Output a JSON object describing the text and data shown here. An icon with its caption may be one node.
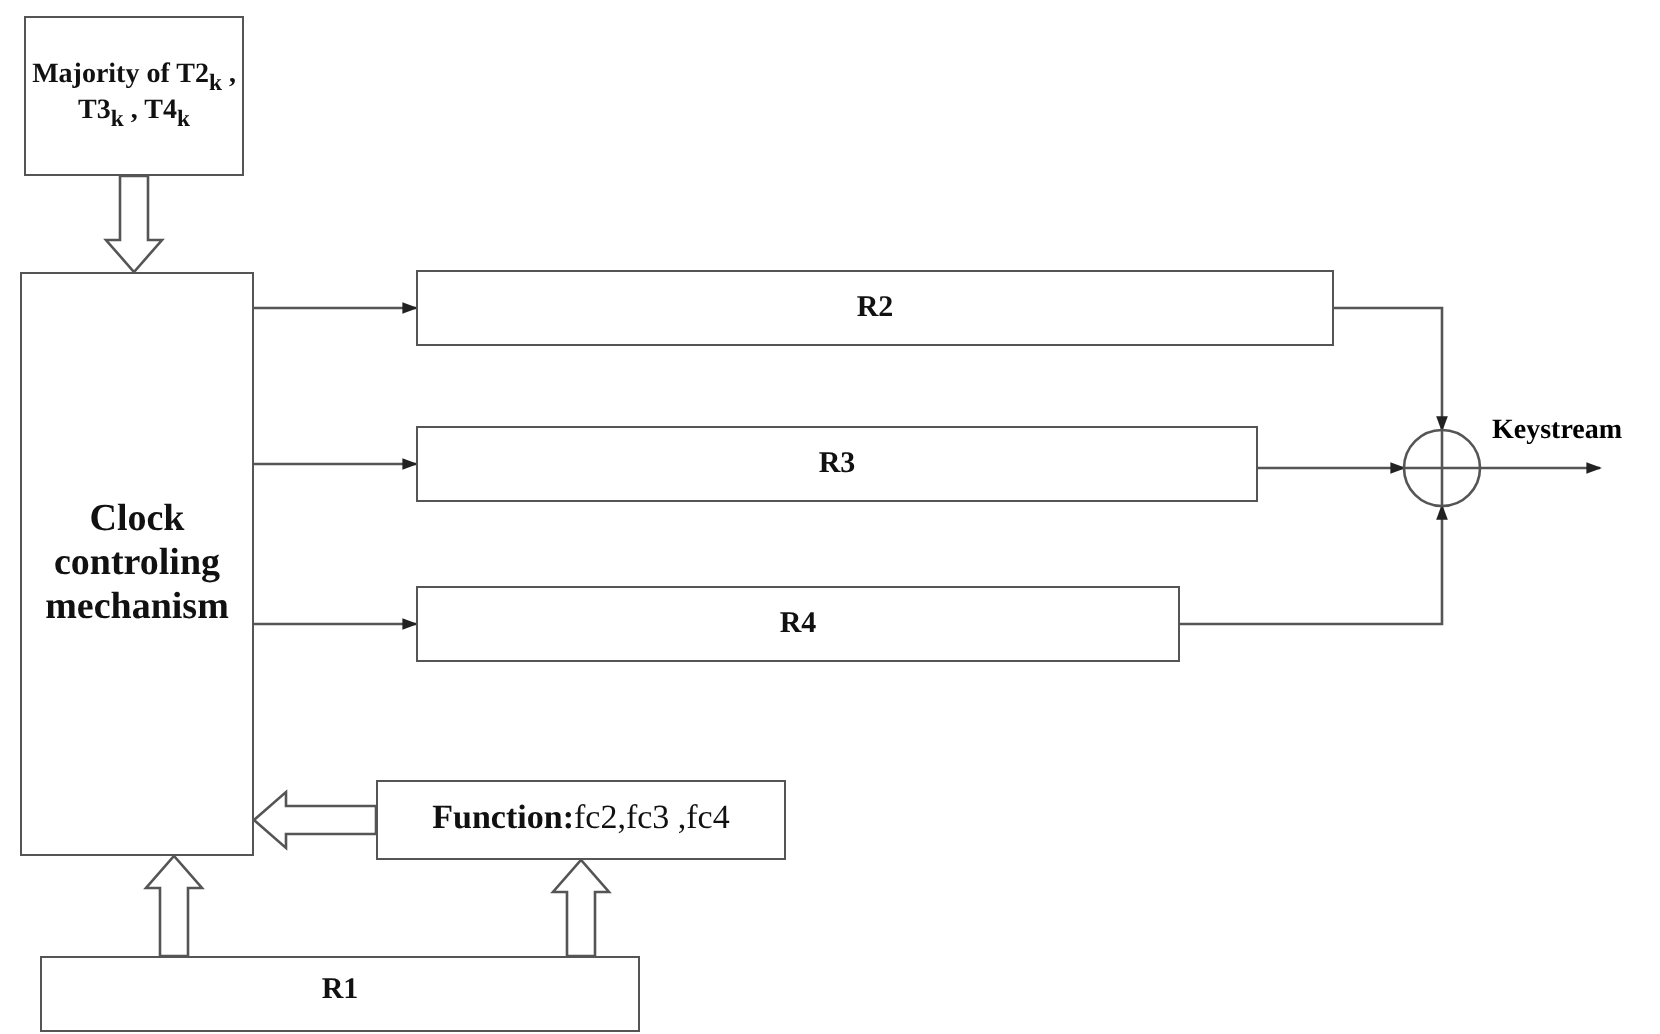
{
  "diagram": {
    "nodes": [
      {
        "text": [
          "Majority of T2$_{k}$ , T3$_{k}$ , T4$_{k}$"
        ]
      },
      {
        "text": [
          "Clock controling mechanism"
        ]
      },
      {
        "text": [
          "R2"
        ]
      },
      {
        "text": [
          "R3"
        ]
      },
      {
        "text": [
          "R4"
        ]
      },
      {
        "text": [
          "**Function:**fc2,fc3 ,fc4"
        ]
      },
      {
        "text": [
          "R1"
        ]
      },
      {
        "text": [],
        "shape": "circle"
      }
    ],
    "edges": [
      {
        "from": 0,
        "to": 1,
        "arrow": "to",
        "style": "thick"
      },
      {
        "from": 1,
        "to": 2,
        "arrow": "to"
      },
      {
        "from": 1,
        "to": 3,
        "arrow": "to"
      },
      {
        "from": 1,
        "to": 4,
        "arrow": "to"
      },
      {
        "from": 2,
        "to": 7,
        "arrow": "to"
      },
      {
        "from": 3,
        "to": 7,
        "arrow": "to"
      },
      {
        "from": 4,
        "to": 7,
        "arrow": "to"
      },
      {
        "from": 5,
        "to": 1,
        "arrow": "to",
        "style": "thick"
      },
      {
        "from": 6,
        "to": 1,
        "arrow": "to",
        "style": "thick"
      },
      {
        "from": 6,
        "to": 5,
        "arrow": "to",
        "style": "thick"
      },
      {
        "from": 7,
        "to": null,
        "arrow": "to",
        "label": "Keystream"
      }
    ]
  }
}
